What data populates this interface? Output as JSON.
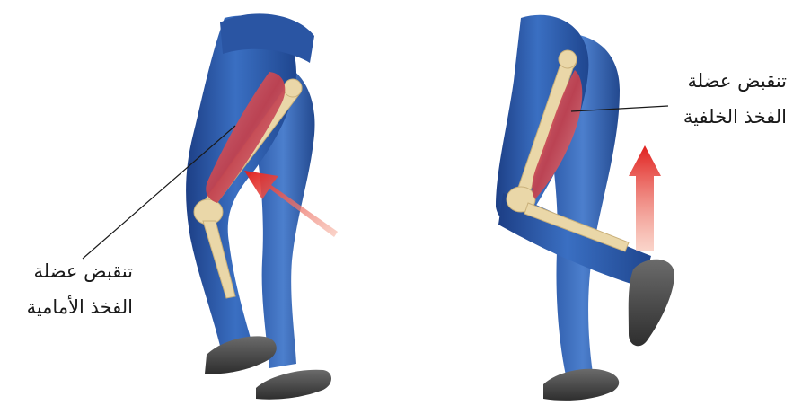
{
  "labels": {
    "quadriceps": {
      "line1": "تنقبض عضلة",
      "line2": "الفخذ الأمامية"
    },
    "hamstring": {
      "line1": "تنقبض عضلة",
      "line2": "الفخذ الخلفية"
    }
  },
  "colors": {
    "jeans": "#2f5fb0",
    "jeans_dark": "#1d3f86",
    "jeans_light": "#5a86d0",
    "muscle": "#c95560",
    "bone": "#ead7a8",
    "shoe": "#4a4a4a",
    "arrow": "#e03a2f"
  },
  "icons": [
    "leg-figure-left",
    "leg-figure-right",
    "arrow-left",
    "arrow-right"
  ]
}
